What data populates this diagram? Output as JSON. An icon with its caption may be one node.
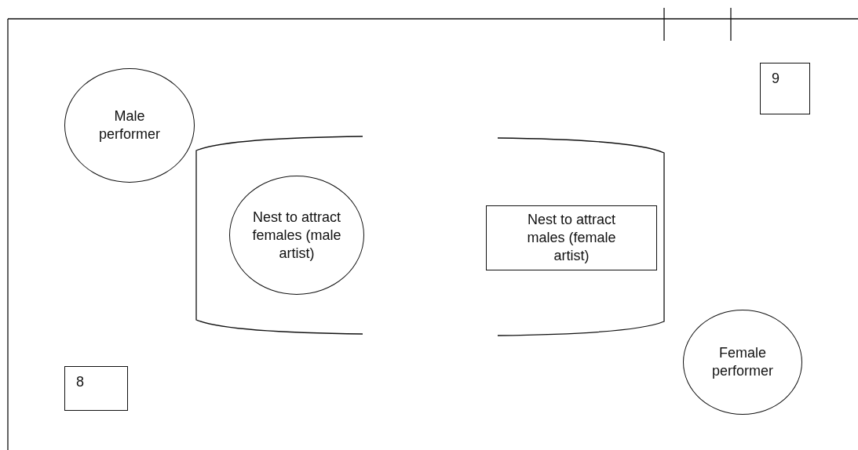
{
  "diagram": {
    "nodes": [
      {
        "text": [
          "9"
        ]
      },
      {
        "text": [
          "Male performer"
        ]
      },
      {
        "text": [],
        "shape": "band"
      },
      {
        "text": [
          "Nest to attract females (male artist)"
        ],
        "in": 2
      },
      {
        "text": [
          "Nest to attract males (female artist)"
        ],
        "in": 2
      },
      {
        "text": [
          "Female performer"
        ]
      },
      {
        "text": [
          "8"
        ]
      }
    ]
  }
}
